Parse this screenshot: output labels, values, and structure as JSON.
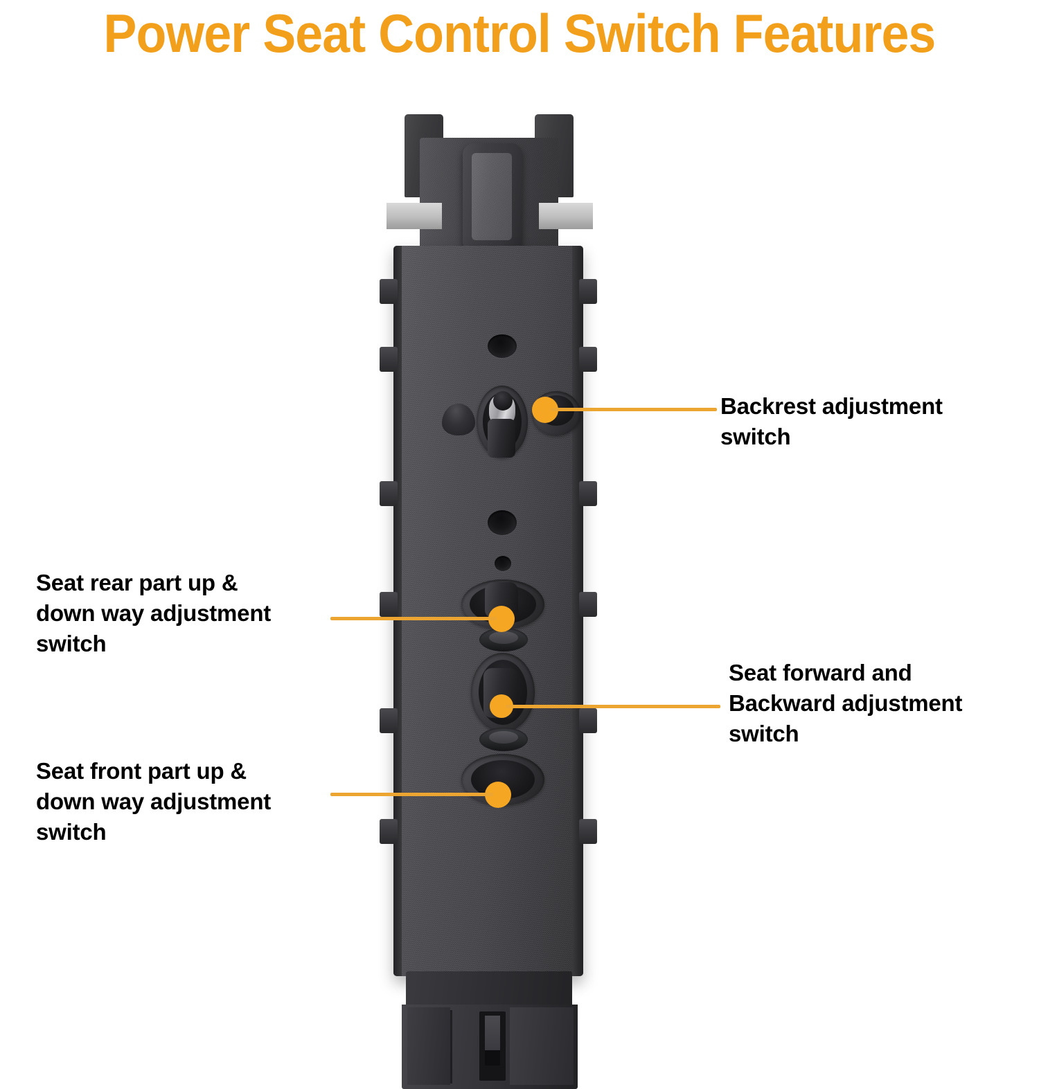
{
  "title": "Power Seat Control Switch Features",
  "theme": {
    "accent": "#F2A01C",
    "leader_line": "#EDA531",
    "leader_dot": "#F5A623",
    "label_text": "#000000",
    "background": "#FFFFFF"
  },
  "product": {
    "name": "power-seat-control-switch",
    "description": "Black plastic automotive power seat control switch module, front view"
  },
  "callouts": [
    {
      "id": "backrest",
      "label": "Backrest adjustment\nswitch",
      "lines": [
        "Backrest adjustment",
        "switch"
      ],
      "side": "right"
    },
    {
      "id": "seat-rear-up-down",
      "label": "Seat rear part up &\ndown way adjustment\nswitch",
      "lines": [
        "Seat rear part up &",
        "down way adjustment",
        "switch"
      ],
      "side": "left"
    },
    {
      "id": "seat-forward-backward",
      "label": "Seat forward and\nBackward adjustment\nswitch",
      "lines": [
        "Seat forward and",
        "Backward adjustment",
        "switch"
      ],
      "side": "right"
    },
    {
      "id": "seat-front-up-down",
      "label": "Seat front part up &\ndown way adjustment\nswitch",
      "lines": [
        "Seat front part up &",
        "down way adjustment",
        "switch"
      ],
      "side": "left"
    }
  ]
}
